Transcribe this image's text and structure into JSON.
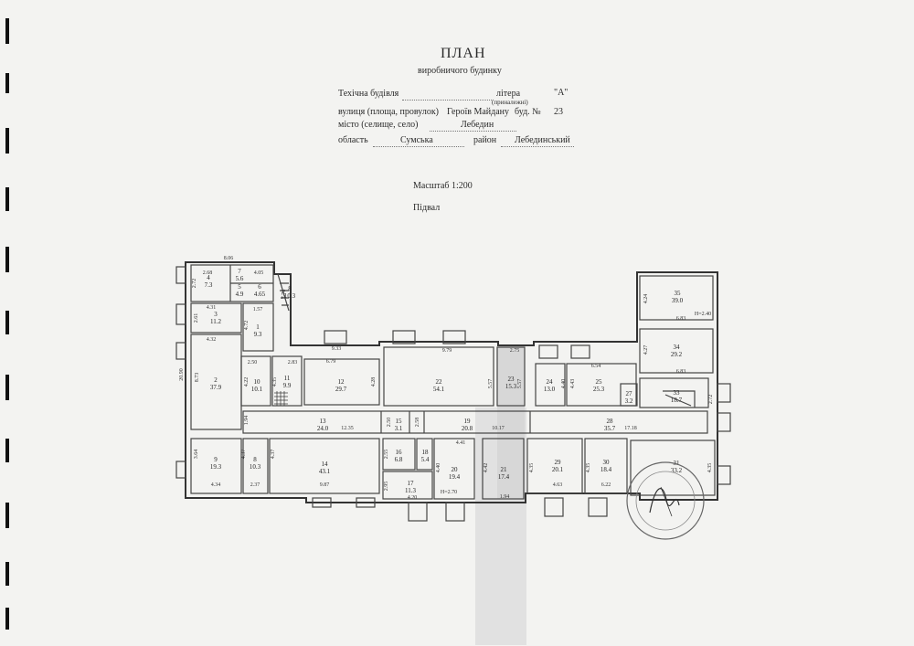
{
  "header": {
    "title": "ПЛАН",
    "subtitle": "виробничого будинку",
    "row1_label": "Техічна будівля",
    "row1_mid": "літера",
    "row1_value": "\"А\"",
    "row1_note": "(приналежні)",
    "row2_label": "вулиця (площа, провулок)",
    "row2_value": "Героїв Майдану",
    "row2_mid": "буд. №",
    "row2_number": "23",
    "row3_label": "місто (селище, село)",
    "row3_value": "Лебедин",
    "row4_label": "область",
    "row4_value": "Сумська",
    "row4_mid": "район",
    "row4_value2": "Лебединський",
    "scale": "Масштаб 1:200",
    "floor": "Підвал"
  },
  "plan": {
    "rooms": [
      {
        "num": "1",
        "area": "9.3"
      },
      {
        "num": "2",
        "area": "37.9"
      },
      {
        "num": "3",
        "area": "11.2"
      },
      {
        "num": "4",
        "area": "7.3"
      },
      {
        "num": "5",
        "area": "4.9"
      },
      {
        "num": "6",
        "area": "4.65"
      },
      {
        "num": "7",
        "area": "5.6"
      },
      {
        "num": "8",
        "area": "10.3"
      },
      {
        "num": "8",
        "area": "10.3"
      },
      {
        "num": "9",
        "area": "19.3"
      },
      {
        "num": "10",
        "area": "10.1"
      },
      {
        "num": "11",
        "area": "9.9"
      },
      {
        "num": "12",
        "area": "29.7"
      },
      {
        "num": "13",
        "area": "24.0"
      },
      {
        "num": "14",
        "area": "43.1"
      },
      {
        "num": "15",
        "area": "3.1"
      },
      {
        "num": "16",
        "area": "6.8"
      },
      {
        "num": "17",
        "area": "11.3"
      },
      {
        "num": "18",
        "area": "5.4"
      },
      {
        "num": "19",
        "area": "20.8"
      },
      {
        "num": "20",
        "area": "19.4"
      },
      {
        "num": "21",
        "area": "17.4"
      },
      {
        "num": "22",
        "area": "54.1"
      },
      {
        "num": "23",
        "area": "15.3"
      },
      {
        "num": "24",
        "area": "13.0"
      },
      {
        "num": "25",
        "area": "25.3"
      },
      {
        "num": "27",
        "area": "3.2"
      },
      {
        "num": "28",
        "area": "35.7"
      },
      {
        "num": "29",
        "area": "20.1"
      },
      {
        "num": "30",
        "area": "18.4"
      },
      {
        "num": "31",
        "area": "33.2"
      },
      {
        "num": "33",
        "area": "18.7"
      },
      {
        "num": "34",
        "area": "29.2"
      },
      {
        "num": "35",
        "area": "39.0"
      }
    ],
    "dims": [
      "8.06",
      "2.68",
      "4.05",
      "2.72",
      "7.76",
      "4.31",
      "2.61",
      "4.72",
      "1.57",
      "4.32",
      "9.33",
      "6.79",
      "2.83",
      "2.50",
      "4.22",
      "4.35",
      "4.28",
      "9.79",
      "2.75",
      "5.57",
      "5.57",
      "6.54",
      "4.43",
      "4.40",
      "6.83",
      "4.24",
      "6.83",
      "4.27",
      "2.72",
      "20.90",
      "8.73",
      "1.94",
      "12.35",
      "2.50",
      "2.58",
      "10.17",
      "17.18",
      "3.64",
      "4.37",
      "4.37",
      "4.34",
      "2.37",
      "9.87",
      "2.55",
      "4.41",
      "4.40",
      "4.42",
      "4.35",
      "4.35",
      "4.63",
      "6.22",
      "4.35",
      "2.95",
      "4.20",
      "1.94",
      "H=2.40",
      "H=2.70"
    ]
  }
}
